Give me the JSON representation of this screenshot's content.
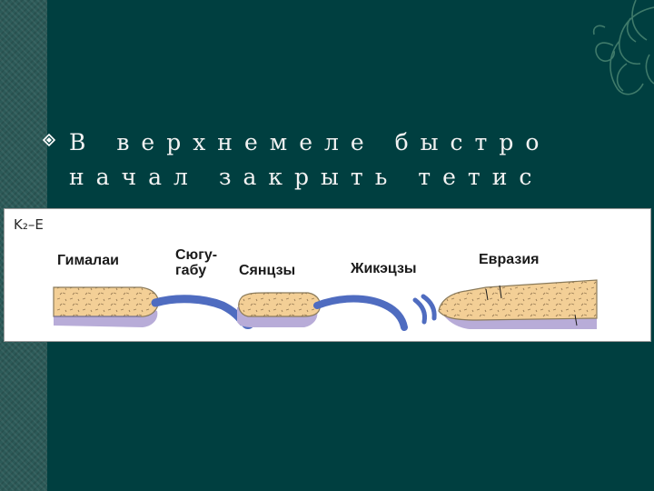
{
  "slide": {
    "text_line_1": "В верхнемеле быстро",
    "text_line_2": "начал закрыть тетис"
  },
  "figure": {
    "period_label": "K₂–E",
    "labels": {
      "himalaya": "Гималаи",
      "sugu_gabu": "Сюгу-габу",
      "sugu_line1": "Сюгу-",
      "sugu_line2": "габу",
      "yanzhou": "Сянцзы",
      "zhikezi": "Жикэцзы",
      "eurasia": "Евразия"
    },
    "colors": {
      "crust": "#f3cf96",
      "crust_outline": "#8a7a5a",
      "lithosphere": "#b8acd8",
      "oceanic_plate": "#4f6cc0"
    }
  },
  "theme": {
    "background": "#003f40",
    "side_strip": "#2c5a58",
    "text": "#f2f2f2"
  }
}
